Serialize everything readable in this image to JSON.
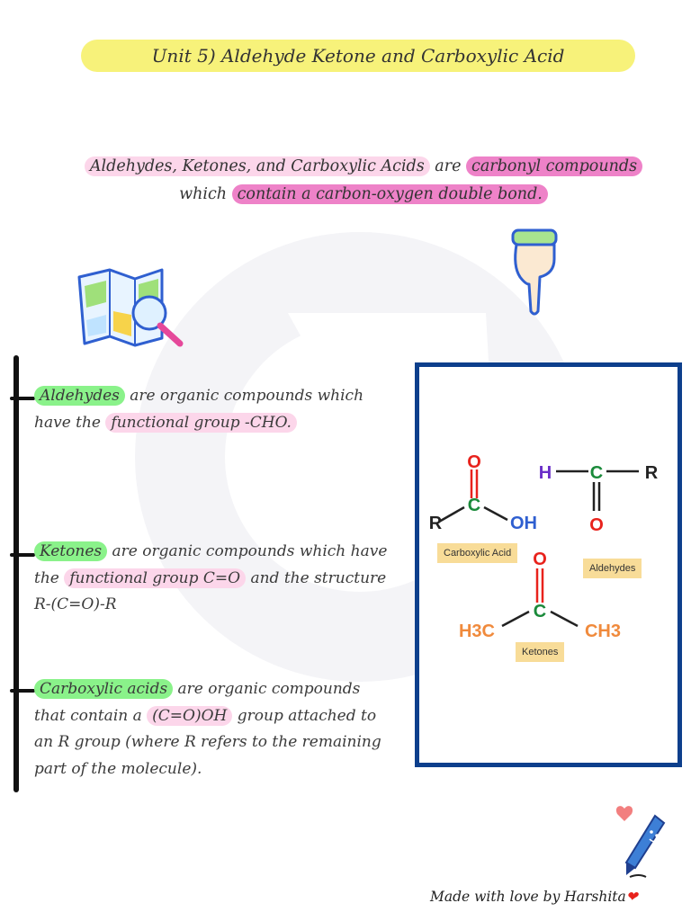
{
  "title": "Unit 5) Aldehyde Ketone and Carboxylic Acid",
  "intro": {
    "part1": "Aldehydes, Ketones, and Carboxylic Acids",
    "part2": " are ",
    "part3": "carbonyl compounds",
    "part4": " which ",
    "part5": "contain a carbon-oxygen double bond."
  },
  "notes": [
    {
      "term": "Aldehydes",
      "text1": " are organic compounds which have the ",
      "highlight": "functional group -CHO.",
      "text2": ""
    },
    {
      "term": "Ketones",
      "text1": " are organic compounds which have the ",
      "highlight": "functional group C=O",
      "text2": " and the structure R-(C=O)-R"
    },
    {
      "term": "Carboxylic acids",
      "text1": " are organic compounds that contain a ",
      "highlight": "(C=O)OH",
      "text2": " group attached to an R group (where R refers to the remaining part of the molecule)."
    }
  ],
  "diagram": {
    "carboxylic": {
      "O": "O",
      "C": "C",
      "R": "R",
      "OH": "OH",
      "label": "Carboxylic Acid"
    },
    "aldehyde": {
      "H": "H",
      "C": "C",
      "R": "R",
      "O": "O",
      "label": "Aldehydes"
    },
    "ketone": {
      "O": "O",
      "C": "C",
      "left": "H3C",
      "right": "CH3",
      "label": "Ketones"
    }
  },
  "colors": {
    "title_bg": "#f7f27a",
    "pink": "#ee82c8",
    "pink_light": "#fcd6ea",
    "green": "#8af28a",
    "box_border": "#0d3f8c",
    "oxygen": "#e8221c",
    "carbon": "#1a8a3a",
    "hydrogen": "#6a2fc8",
    "methyl": "#f08a3c"
  },
  "signature": "Made with love by Harshita",
  "icons": [
    "map-magnifier-icon",
    "pointing-hand-icon",
    "heart-icon",
    "pen-icon",
    "logo-watermark-icon"
  ]
}
